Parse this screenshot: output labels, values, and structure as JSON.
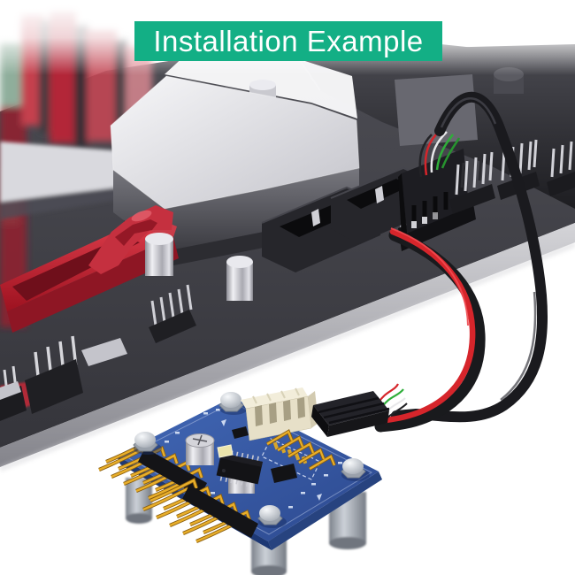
{
  "banner": {
    "label": "Installation Example",
    "background": "#13AF85",
    "text_color": "#FFFFFF"
  },
  "colors": {
    "pcb_blue": "#3A5CA8",
    "pcb_edge_blue": "#1D3874",
    "pcie_slot_red": "#C02534",
    "cable_red": "#D6252B",
    "cable_black": "#1A1A1E",
    "gold_pins": "#E0A42A",
    "heatsink_silver": "#D9D9DE",
    "motherboard_gray": "#45454C",
    "power_connector_cream": "#E7E0C8",
    "wire_green": "#2FAE3A",
    "wire_white": "#E8E8EA"
  },
  "parts": [
    "motherboard",
    "cpu-heatsink",
    "blurred-ram-slots",
    "pcie-slot",
    "pcie-latch",
    "fan-headers",
    "usb-9pin-motherboard-header",
    "usb-header-plug",
    "black-sleeved-cable",
    "red-black-cable",
    "usb-splitter-pcb",
    "gold-pin-headers",
    "power-connector",
    "pcb-usb-plug",
    "capacitors",
    "ic-chip",
    "mounting-screws",
    "standoffs"
  ]
}
